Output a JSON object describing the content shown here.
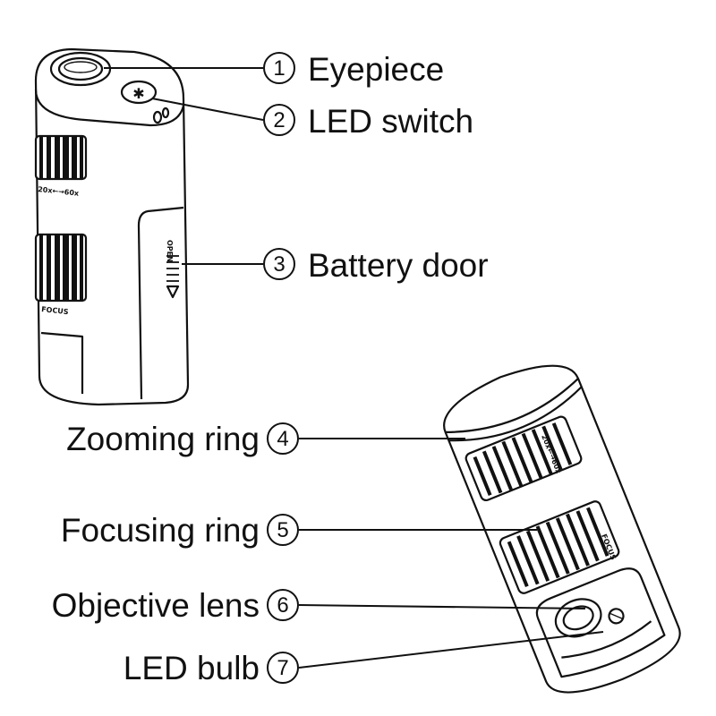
{
  "device_markings": {
    "zoom_scale": "20x←→60x",
    "focus": "FOCUS",
    "open": "OPEN"
  },
  "callouts": [
    {
      "number": "1",
      "label": "Eyepiece"
    },
    {
      "number": "2",
      "label": "LED switch"
    },
    {
      "number": "3",
      "label": "Battery door"
    },
    {
      "number": "4",
      "label": "Zooming ring"
    },
    {
      "number": "5",
      "label": "Focusing ring"
    },
    {
      "number": "6",
      "label": "Objective lens"
    },
    {
      "number": "7",
      "label": "LED bulb"
    }
  ]
}
